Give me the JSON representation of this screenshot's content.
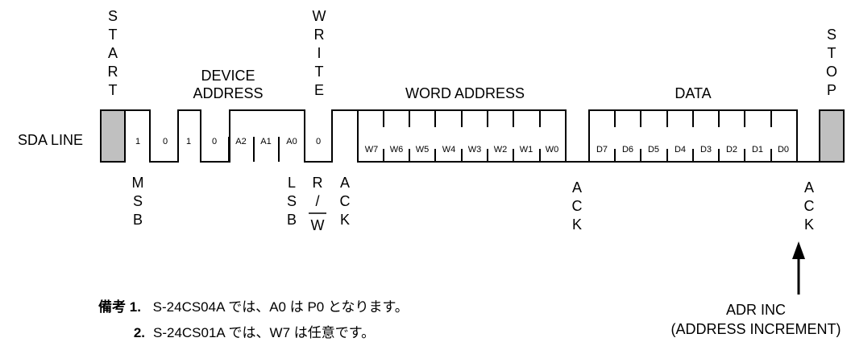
{
  "line_label": "SDA LINE",
  "start_letters": [
    "S",
    "T",
    "A",
    "R",
    "T"
  ],
  "stop_letters": [
    "S",
    "T",
    "O",
    "P"
  ],
  "write_letters": [
    "W",
    "R",
    "I",
    "T",
    "E"
  ],
  "device_address_label": [
    "DEVICE",
    "ADDRESS"
  ],
  "word_address_label": "WORD ADDRESS",
  "data_label": "DATA",
  "device_bits": [
    "1",
    "0",
    "1",
    "0",
    "A2",
    "A1",
    "A0"
  ],
  "rw_bit": "0",
  "word_bits": [
    "W7",
    "W6",
    "W5",
    "W4",
    "W3",
    "W2",
    "W1",
    "W0"
  ],
  "data_bits": [
    "D7",
    "D6",
    "D5",
    "D4",
    "D3",
    "D2",
    "D1",
    "D0"
  ],
  "msb_letters": [
    "M",
    "S",
    "B"
  ],
  "lsb_letters": [
    "L",
    "S",
    "B"
  ],
  "rw_label": [
    "R",
    "/",
    "W"
  ],
  "ack_letters": [
    "A",
    "C",
    "K"
  ],
  "adr_inc": "ADR INC",
  "adr_inc_full": "(ADDRESS INCREMENT)",
  "notes": {
    "label": "備考",
    "items": [
      {
        "num": "1.",
        "text": "S-24CS04A では、A0 は P0 となります。"
      },
      {
        "num": "2.",
        "text": "S-24CS01A では、W7 は任意です。"
      }
    ]
  }
}
